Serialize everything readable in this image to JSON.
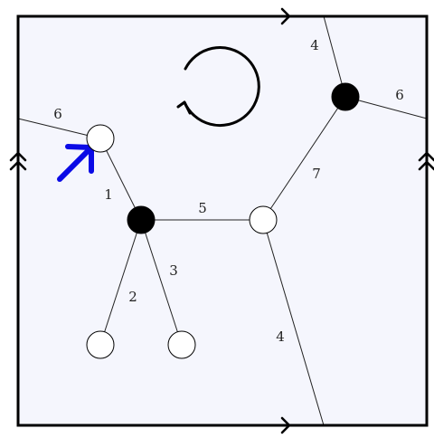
{
  "colors": {
    "background": "#f5f6fd",
    "border": "#000000",
    "edge": "#222222",
    "node_black": "#000000",
    "node_white": "#ffffff",
    "arrow": "#0a0ae6"
  },
  "labels": {
    "edge_4_top": "4",
    "edge_6_right": "6",
    "edge_6_left": "6",
    "edge_7": "7",
    "edge_1": "1",
    "edge_5": "5",
    "edge_3": "3",
    "edge_2": "2",
    "edge_4_bottom": "4"
  },
  "icons": {
    "rotation": "circular-arrow-icon",
    "pointer": "blue-arrow-icon",
    "identification_marks": "chevron-arrow-icon"
  }
}
